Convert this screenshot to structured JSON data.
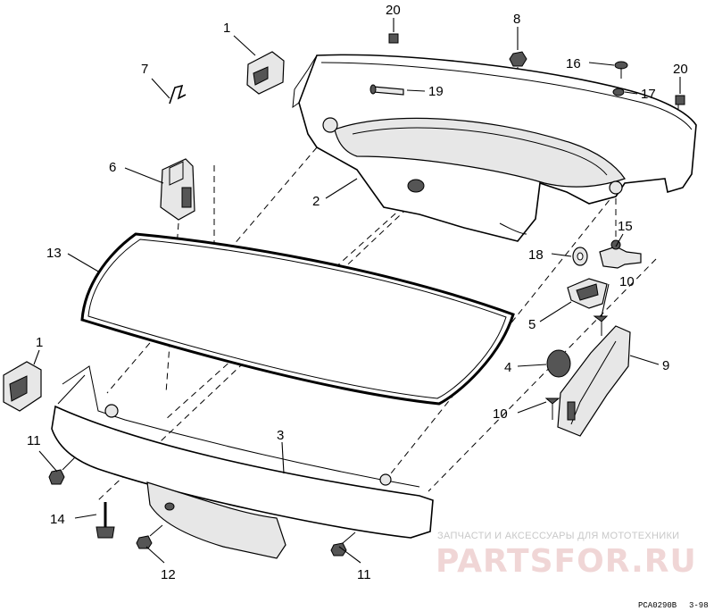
{
  "callouts": {
    "c1a": "1",
    "c1b": "1",
    "c2": "2",
    "c3": "3",
    "c4": "4",
    "c5": "5",
    "c6": "6",
    "c7": "7",
    "c8": "8",
    "c9": "9",
    "c10a": "10",
    "c10b": "10",
    "c11a": "11",
    "c11b": "11",
    "c12": "12",
    "c13": "13",
    "c14": "14",
    "c15": "15",
    "c16": "16",
    "c17": "17",
    "c18": "18",
    "c19": "19",
    "c20a": "20",
    "c20b": "20"
  },
  "watermark": {
    "caption": "ЗАПЧАСТИ И АКСЕССУАРЫ ДЛЯ МОТОТЕХНИКИ",
    "brand": "PARTSFOR.RU"
  },
  "footer": {
    "drawing_code": "PCA0290B",
    "revision": "3-98"
  }
}
